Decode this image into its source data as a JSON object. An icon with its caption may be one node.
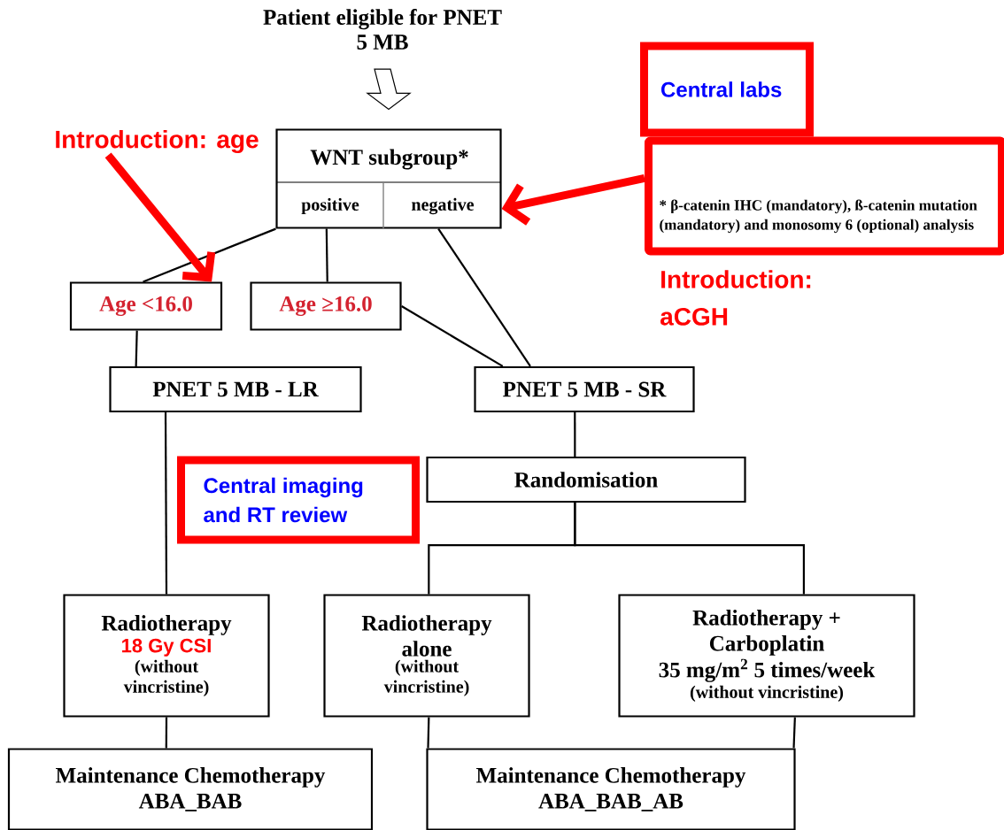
{
  "diagram": {
    "nodes": [
      {
        "text": [
          "Patient eligible for PNET 5 MB"
        ]
      },
      {
        "text": [
          "WNT subgroup*",
          "positive",
          "negative"
        ]
      },
      {
        "text": [
          "Age <16.0"
        ]
      },
      {
        "text": [
          "Age ≥16.0"
        ]
      },
      {
        "text": [
          "PNET 5 MB - LR"
        ]
      },
      {
        "text": [
          "PNET 5 MB - SR"
        ]
      },
      {
        "text": [
          "Randomisation"
        ]
      },
      {
        "text": [
          "Radiotherapy",
          "18 Gy CSI",
          "(without vincristine)"
        ]
      },
      {
        "text": [
          "Radiotherapy alone",
          "(without vincristine)"
        ]
      },
      {
        "text": [
          "Radiotherapy + Carboplatin",
          "35 mg/m$^{2}$ 5 times/week",
          "(without vincristine)"
        ]
      },
      {
        "text": [
          "Maintenance Chemotherapy ABA_BAB"
        ]
      },
      {
        "text": [
          "Maintenance Chemotherapy ABA_BAB_AB"
        ]
      },
      {
        "text": [
          "Central labs"
        ]
      },
      {
        "text": [
          "* β-catenin IHC (mandatory), ß-catenin mutation (mandatory) and monosomy 6 (optional) analysis"
        ]
      },
      {
        "text": [
          "Introduction: age"
        ]
      },
      {
        "text": [
          "Central imaging and RT review"
        ]
      }
    ],
    "edges": [
      {
        "from": 0,
        "to": 1,
        "arrow": "to"
      },
      {
        "from": 1,
        "to": 2,
        "arrow": "none"
      },
      {
        "from": 1,
        "to": 3,
        "arrow": "none"
      },
      {
        "from": 1,
        "to": 5,
        "arrow": "none"
      },
      {
        "from": 2,
        "to": 4,
        "arrow": "none"
      },
      {
        "from": 3,
        "to": 5,
        "arrow": "none"
      },
      {
        "from": 4,
        "to": 7,
        "arrow": "none"
      },
      {
        "from": 5,
        "to": 6,
        "arrow": "none"
      },
      {
        "from": 6,
        "to": 8,
        "arrow": "none"
      },
      {
        "from": 6,
        "to": 9,
        "arrow": "none"
      },
      {
        "from": 7,
        "to": 10,
        "arrow": "none"
      },
      {
        "from": 8,
        "to": 11,
        "arrow": "none"
      },
      {
        "from": 9,
        "to": 11,
        "arrow": "none"
      },
      {
        "from": 14,
        "to": 2,
        "arrow": "to",
        "style": "thick",
        "color": "#ff0000"
      },
      {
        "from": 13,
        "to": 1,
        "arrow": "to",
        "style": "thick",
        "color": "#ff0000"
      }
    ],
    "labels": [
      "Introduction: aCGH"
    ]
  }
}
